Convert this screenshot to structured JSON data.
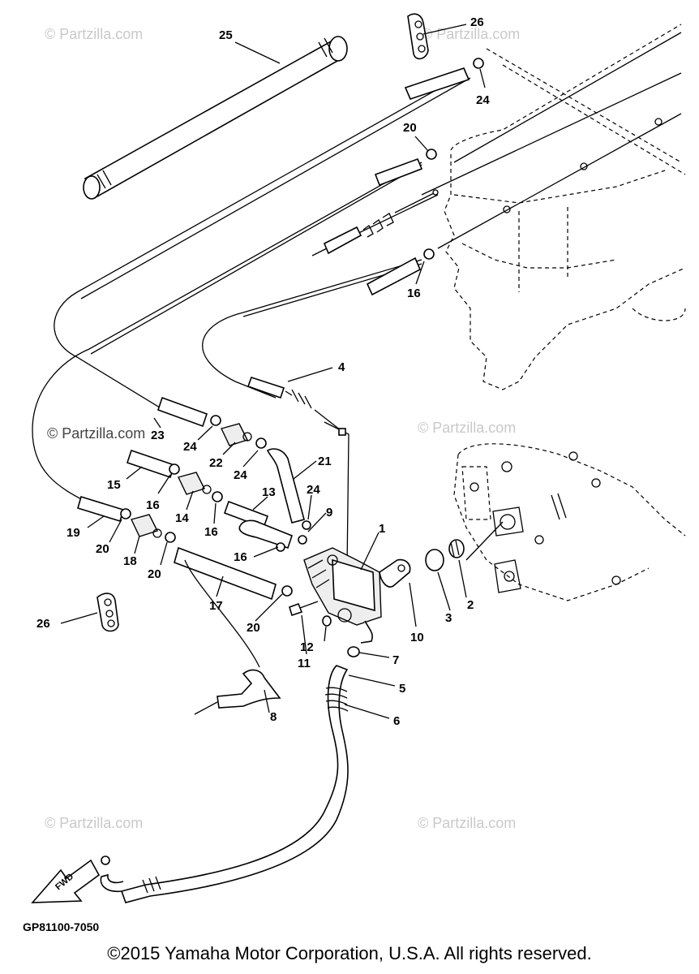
{
  "watermark": "© Partzilla.com",
  "diagram_code": "GP81100-7050",
  "copyright": "©2015 Yamaha Motor Corporation, U.S.A. All rights reserved.",
  "fwd_label": "FWD",
  "callouts": [
    "25",
    "26",
    "24",
    "20",
    "16",
    "4",
    "23",
    "24",
    "22",
    "24",
    "21",
    "15",
    "16",
    "14",
    "16",
    "13",
    "24",
    "9",
    "1",
    "19",
    "20",
    "18",
    "20",
    "16",
    "17",
    "20",
    "10",
    "3",
    "2",
    "26",
    "12",
    "7",
    "11",
    "5",
    "6",
    "8"
  ]
}
